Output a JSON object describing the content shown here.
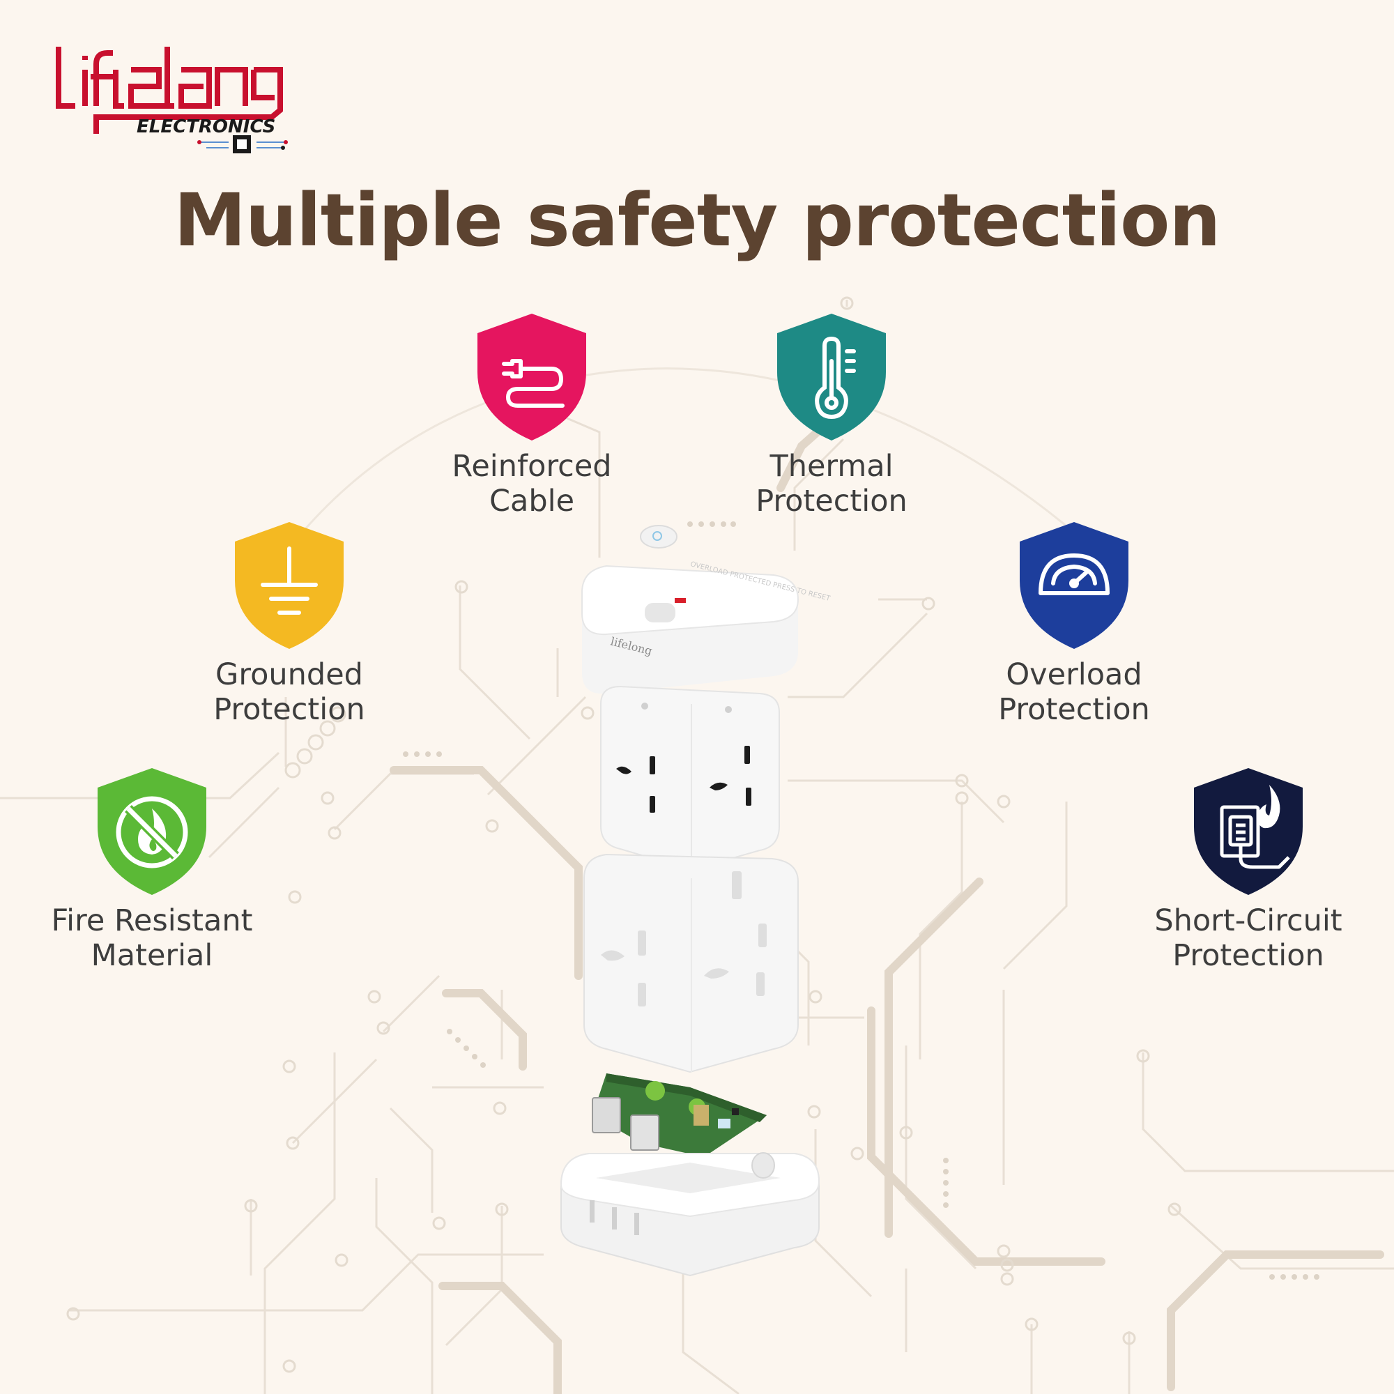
{
  "logo": {
    "brand": "lifelong",
    "subtitle": "ELECTRONICS",
    "color": "#c8102e"
  },
  "title": "Multiple safety protection",
  "features": [
    {
      "id": "reinforced-cable",
      "label": "Reinforced\nCable",
      "icon": "cable-plug-icon",
      "color": "#e5155f"
    },
    {
      "id": "thermal-protection",
      "label": "Thermal\nProtection",
      "icon": "thermometer-icon",
      "color": "#1e8a85"
    },
    {
      "id": "grounded-protection",
      "label": "Grounded\nProtection",
      "icon": "ground-icon",
      "color": "#f4b922"
    },
    {
      "id": "overload-protection",
      "label": "Overload\nProtection",
      "icon": "gauge-icon",
      "color": "#1d3e9c"
    },
    {
      "id": "fire-resistant",
      "label": "Fire Resistant\nMaterial",
      "icon": "no-fire-icon",
      "color": "#5bb936"
    },
    {
      "id": "short-circuit",
      "label": "Short-Circuit\nProtection",
      "icon": "plug-flame-icon",
      "color": "#121a3e"
    }
  ],
  "product": {
    "brand_mark": "lifelong",
    "reset_text": "OVERLOAD PROTECTED PRESS TO RESET"
  },
  "colors": {
    "background": "#fcf6ef",
    "circuit": "#e6ddd2",
    "title": "#5c4330"
  }
}
